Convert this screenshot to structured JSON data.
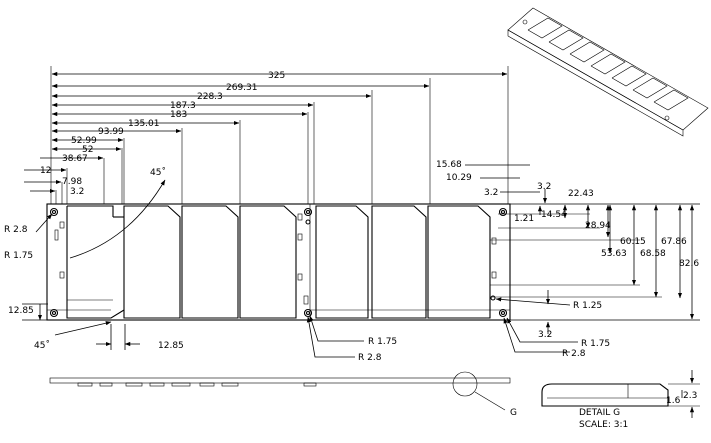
{
  "horizontal_dims": [
    "325",
    "269.31",
    "228.3",
    "187.3",
    "183",
    "135.01",
    "93.99",
    "52.99",
    "52",
    "38.67",
    "12",
    "7.98",
    "3.2"
  ],
  "right_dims": {
    "d15_68": "15.68",
    "d10_29": "10.29",
    "d3_2a": "3.2",
    "d3_2b": "3.2",
    "d22_43": "22.43",
    "d1_21": "1.21",
    "d14_54": "14.54",
    "d28_94": "28.94",
    "d60_15": "60.15",
    "d67_86": "67.86",
    "d53_63": "53.63",
    "d68_58": "68.58",
    "d82_6": "82.6",
    "d3_2c": "3.2"
  },
  "radii": {
    "r2_8_tl": "R 2.8",
    "r1_75_l": "R 1.75",
    "r1_25": "R 1.25",
    "r1_75_b": "R 1.75",
    "r2_8_b": "R 2.8",
    "r1_75_br": "R 1.75",
    "r2_8_br": "R 2.8"
  },
  "misc": {
    "d12_85_left": "12.85",
    "d12_85_bottom": "12.85",
    "angle_top": "45˚",
    "angle_bottom": "45˚",
    "callout_g": "G"
  },
  "detail": {
    "title": "DETAIL G",
    "scale": "SCALE:   3:1",
    "d2_3": "2.3",
    "d1_6": "1.6"
  }
}
